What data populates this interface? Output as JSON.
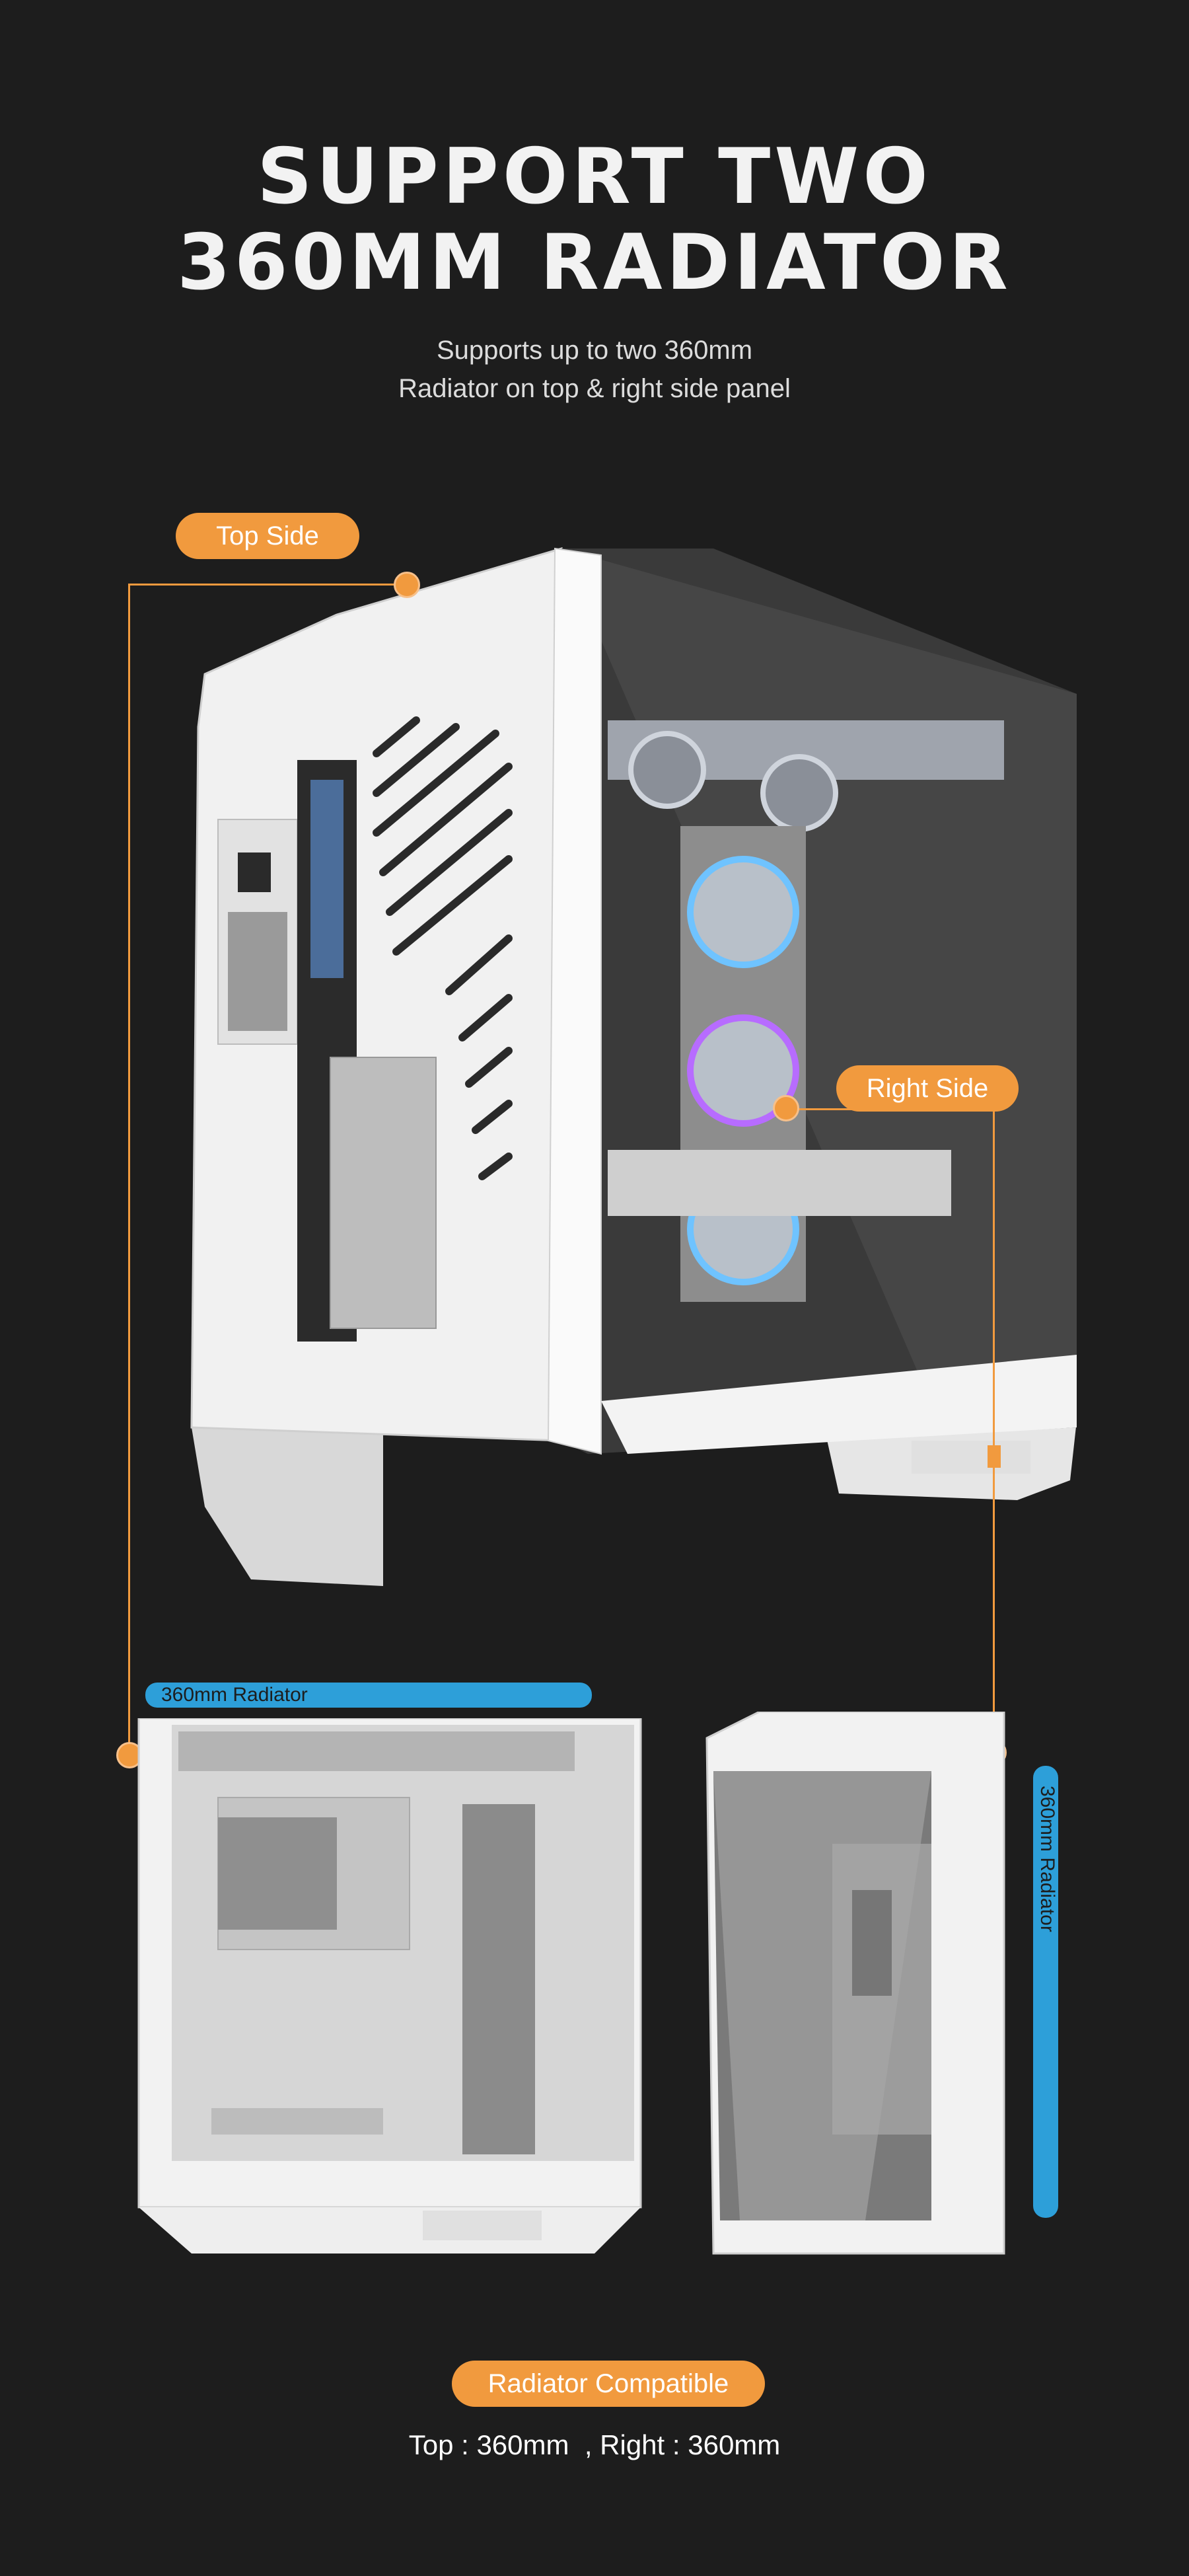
{
  "heading": {
    "line1": "SUPPORT TWO",
    "line2": "360MM RADIATOR"
  },
  "subheading": {
    "line1": "Supports up to two 360mm",
    "line2": "Radiator on top & right side panel"
  },
  "callouts": {
    "top_side": "Top Side",
    "right_side": "Right Side"
  },
  "radiator_labels": {
    "top": "360mm Radiator",
    "right": "360mm Radiator"
  },
  "footer": {
    "badge": "Radiator Compatible",
    "spec": "Top : 360mm  , Right : 360mm"
  },
  "colors": {
    "background": "#1d1d1d",
    "accent_orange": "#f19a3e",
    "accent_blue": "#2d9fd9",
    "case_white": "#f3f3f3"
  }
}
